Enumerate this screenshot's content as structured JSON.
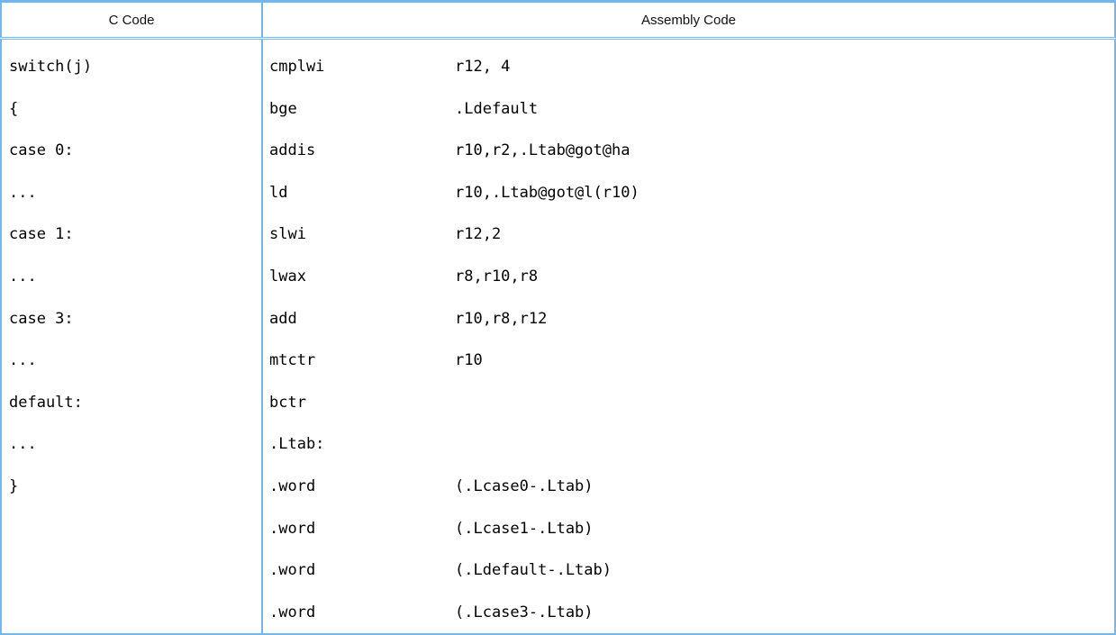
{
  "table": {
    "headers": {
      "c_code": "C Code",
      "assembly_code": "Assembly Code"
    },
    "colors": {
      "rule": "#6fb8f0",
      "text": "#000000",
      "header_text": "#111111",
      "background": "#ffffff"
    },
    "c_code_lines": [
      "switch(j)",
      "{",
      "case 0:",
      "...",
      "case 1:",
      "...",
      "case 3:",
      "...",
      "default:",
      "...",
      "}"
    ],
    "assembly_lines": [
      {
        "mnemonic": "cmplwi",
        "operand": "r12, 4"
      },
      {
        "mnemonic": "bge",
        "operand": ".Ldefault"
      },
      {
        "mnemonic": "addis",
        "operand": "r10,r2,.Ltab@got@ha"
      },
      {
        "mnemonic": "ld",
        "operand": "r10,.Ltab@got@l(r10)"
      },
      {
        "mnemonic": "slwi",
        "operand": "r12,2"
      },
      {
        "mnemonic": "lwax",
        "operand": "r8,r10,r8"
      },
      {
        "mnemonic": "add",
        "operand": "r10,r8,r12"
      },
      {
        "mnemonic": "mtctr",
        "operand": "r10"
      },
      {
        "mnemonic": "bctr",
        "operand": ""
      },
      {
        "mnemonic": ".Ltab:",
        "operand": ""
      },
      {
        "mnemonic": ".word",
        "operand": "(.Lcase0-.Ltab)"
      },
      {
        "mnemonic": ".word",
        "operand": "(.Lcase1-.Ltab)"
      },
      {
        "mnemonic": ".word",
        "operand": "(.Ldefault-.Ltab)"
      },
      {
        "mnemonic": ".word",
        "operand": "(.Lcase3-.Ltab)"
      }
    ]
  }
}
